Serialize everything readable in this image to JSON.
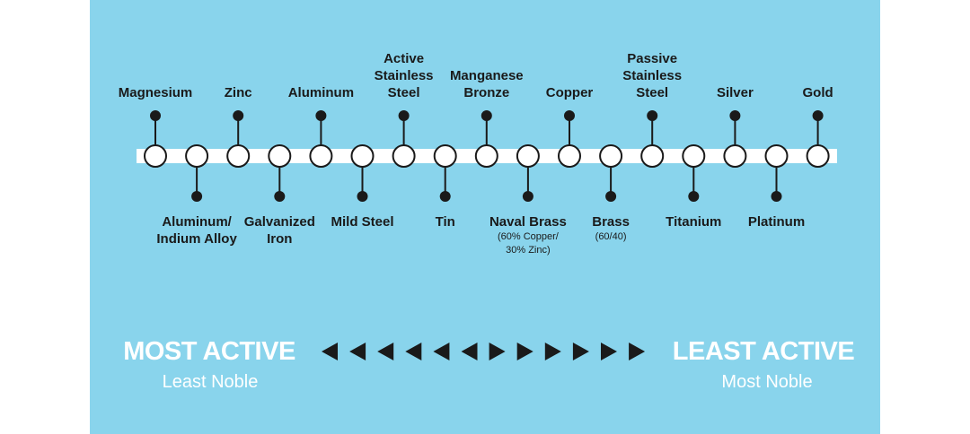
{
  "diagram": {
    "metals_top": [
      {
        "label": "Magnesium",
        "sub": ""
      },
      {
        "label": "Zinc",
        "sub": ""
      },
      {
        "label": "Aluminum",
        "sub": ""
      },
      {
        "label": "Active\nStainless\nSteel",
        "sub": ""
      },
      {
        "label": "Manganese\nBronze",
        "sub": ""
      },
      {
        "label": "Copper",
        "sub": ""
      },
      {
        "label": "Passive\nStainless\nSteel",
        "sub": ""
      },
      {
        "label": "Silver",
        "sub": ""
      },
      {
        "label": "Gold",
        "sub": ""
      }
    ],
    "metals_bottom": [
      {
        "label": "Aluminum/\nIndium Alloy",
        "sub": ""
      },
      {
        "label": "Galvanized\nIron",
        "sub": ""
      },
      {
        "label": "Mild Steel",
        "sub": ""
      },
      {
        "label": "Tin",
        "sub": ""
      },
      {
        "label": "Naval Brass",
        "sub": "(60% Copper/\n30% Zinc)"
      },
      {
        "label": "Brass",
        "sub": "(60/40)"
      },
      {
        "label": "Titanium",
        "sub": ""
      },
      {
        "label": "Platinum",
        "sub": ""
      }
    ],
    "left_title": "MOST ACTIVE",
    "left_subtitle": "Least Noble",
    "right_title": "LEAST ACTIVE",
    "right_subtitle": "Most Noble",
    "arrows_left_count": 6,
    "arrows_right_count": 6
  },
  "colors": {
    "panel": "#89d4ec",
    "bar": "#ffffff",
    "ink": "#1a1a1a",
    "heading_text": "#ffffff"
  }
}
